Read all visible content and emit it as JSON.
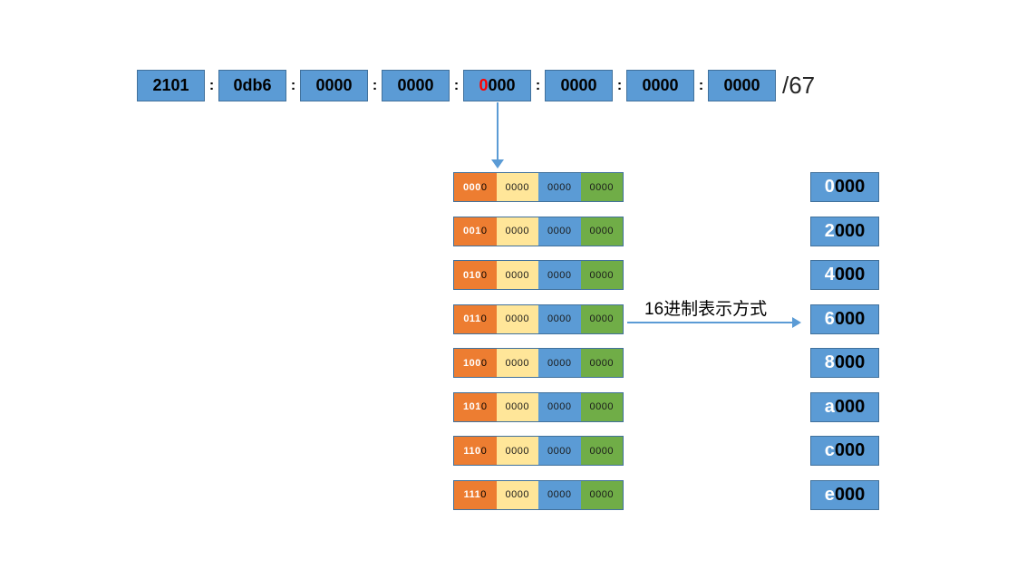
{
  "address_row": {
    "separator": ":",
    "prefix_length": "/67",
    "groups": [
      {
        "text": "2101"
      },
      {
        "text": "0db6"
      },
      {
        "text": "0000"
      },
      {
        "text": "0000"
      },
      {
        "red": "0",
        "text": "000"
      },
      {
        "text": "0000"
      },
      {
        "text": "0000"
      },
      {
        "text": "0000"
      }
    ]
  },
  "binary_rows": [
    {
      "prefix_bits": "000",
      "host_bit": "0",
      "nibble2": "0000",
      "nibble3": "0000",
      "nibble4": "0000"
    },
    {
      "prefix_bits": "001",
      "host_bit": "0",
      "nibble2": "0000",
      "nibble3": "0000",
      "nibble4": "0000"
    },
    {
      "prefix_bits": "010",
      "host_bit": "0",
      "nibble2": "0000",
      "nibble3": "0000",
      "nibble4": "0000"
    },
    {
      "prefix_bits": "011",
      "host_bit": "0",
      "nibble2": "0000",
      "nibble3": "0000",
      "nibble4": "0000"
    },
    {
      "prefix_bits": "100",
      "host_bit": "0",
      "nibble2": "0000",
      "nibble3": "0000",
      "nibble4": "0000"
    },
    {
      "prefix_bits": "101",
      "host_bit": "0",
      "nibble2": "0000",
      "nibble3": "0000",
      "nibble4": "0000"
    },
    {
      "prefix_bits": "110",
      "host_bit": "0",
      "nibble2": "0000",
      "nibble3": "0000",
      "nibble4": "0000"
    },
    {
      "prefix_bits": "111",
      "host_bit": "0",
      "nibble2": "0000",
      "nibble3": "0000",
      "nibble4": "0000"
    }
  ],
  "hex_column": [
    {
      "first": "0",
      "rest": "000"
    },
    {
      "first": "2",
      "rest": "000"
    },
    {
      "first": "4",
      "rest": "000"
    },
    {
      "first": "6",
      "rest": "000"
    },
    {
      "first": "8",
      "rest": "000"
    },
    {
      "first": "a",
      "rest": "000"
    },
    {
      "first": "c",
      "rest": "000"
    },
    {
      "first": "e",
      "rest": "000"
    }
  ],
  "annotation": {
    "label": "16进制表示方式"
  },
  "colors": {
    "box_blue": "#5B9BD5",
    "box_border": "#41719C",
    "cell_orange": "#ED7D31",
    "cell_yellow": "#FFE699",
    "cell_blue": "#5B9BD5",
    "cell_green": "#70AD47",
    "arrow_blue": "#5B9BD5",
    "highlight_red": "#FF0000",
    "prefix_bit_text": "#FFFFFF"
  }
}
